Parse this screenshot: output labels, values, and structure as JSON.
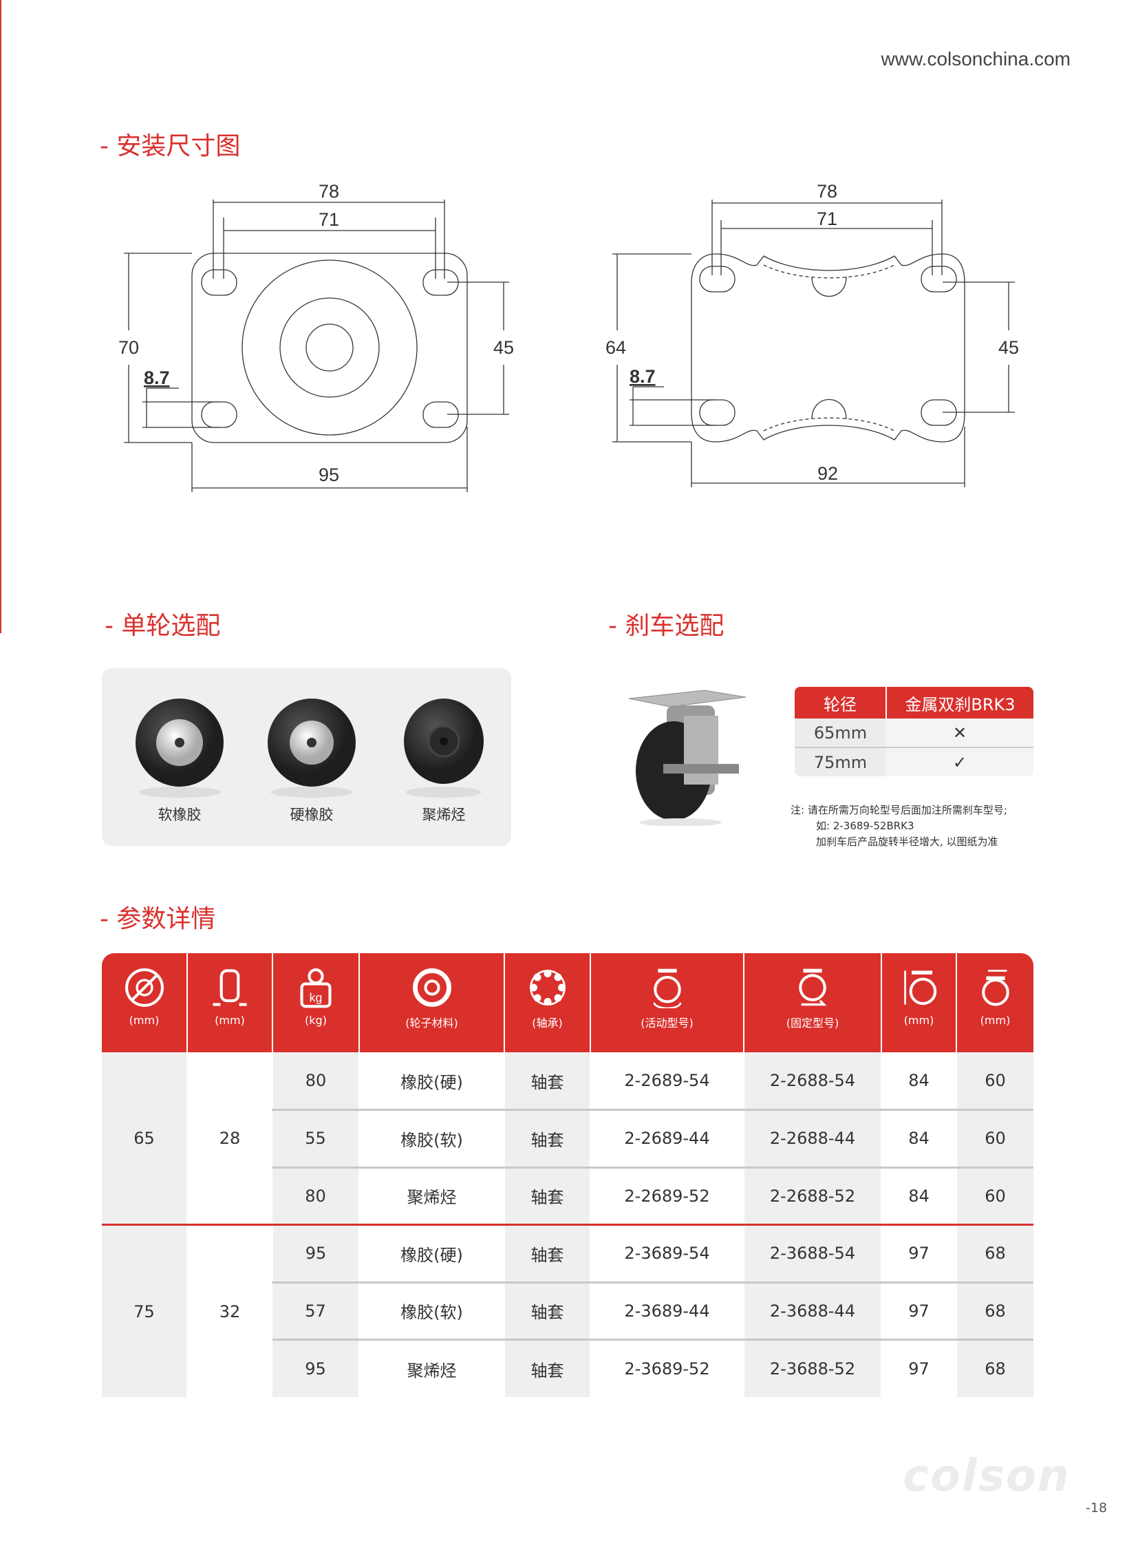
{
  "header": {
    "url": "www.colsonchina.com"
  },
  "sections": {
    "install": "- 安装尺寸图",
    "wheels": "- 单轮选配",
    "brake": "- 刹车选配",
    "params": "- 参数详情"
  },
  "drawing1": {
    "d78": "78",
    "d71": "71",
    "d70": "70",
    "d45": "45",
    "d87": "8.7",
    "d95": "95"
  },
  "drawing2": {
    "d78": "78",
    "d71": "71",
    "d64": "64",
    "d45": "45",
    "d87": "8.7",
    "d92": "92"
  },
  "wheels": [
    {
      "label": "软橡胶"
    },
    {
      "label": "硬橡胶"
    },
    {
      "label": "聚烯烃"
    }
  ],
  "brake_table": {
    "headers": [
      "轮径",
      "金属双刹BRK3"
    ],
    "rows": [
      [
        "65mm",
        "✕"
      ],
      [
        "75mm",
        "✓"
      ]
    ]
  },
  "brake_note": [
    "注: 请在所需万向轮型号后面加注所需刹车型号;",
    "如: 2-3689-52BRK3",
    "加刹车后产品旋转半径增大, 以图纸为准"
  ],
  "params": {
    "headers": [
      "(mm)",
      "(mm)",
      "(kg)",
      "(轮子材料)",
      "(轴承)",
      "(活动型号)",
      "(固定型号)",
      "(mm)",
      "(mm)"
    ],
    "icons": [
      "diameter-icon",
      "width-icon",
      "load-kg-icon",
      "wheel-material-icon",
      "bearing-icon",
      "swivel-caster-icon",
      "rigid-caster-icon",
      "height-icon",
      "offset-icon"
    ],
    "groups": [
      {
        "diameter": "65",
        "width": "28",
        "rows": [
          [
            "80",
            "橡胶(硬)",
            "轴套",
            "2-2689-54",
            "2-2688-54",
            "84",
            "60"
          ],
          [
            "55",
            "橡胶(软)",
            "轴套",
            "2-2689-44",
            "2-2688-44",
            "84",
            "60"
          ],
          [
            "80",
            "聚烯烃",
            "轴套",
            "2-2689-52",
            "2-2688-52",
            "84",
            "60"
          ]
        ]
      },
      {
        "diameter": "75",
        "width": "32",
        "rows": [
          [
            "95",
            "橡胶(硬)",
            "轴套",
            "2-3689-54",
            "2-3688-54",
            "97",
            "68"
          ],
          [
            "57",
            "橡胶(软)",
            "轴套",
            "2-3689-44",
            "2-3688-44",
            "97",
            "68"
          ],
          [
            "95",
            "聚烯烃",
            "轴套",
            "2-3689-52",
            "2-3688-52",
            "97",
            "68"
          ]
        ]
      }
    ]
  },
  "footer": {
    "logo": "colson",
    "page": "-18"
  },
  "colors": {
    "accent": "#d9302c"
  }
}
